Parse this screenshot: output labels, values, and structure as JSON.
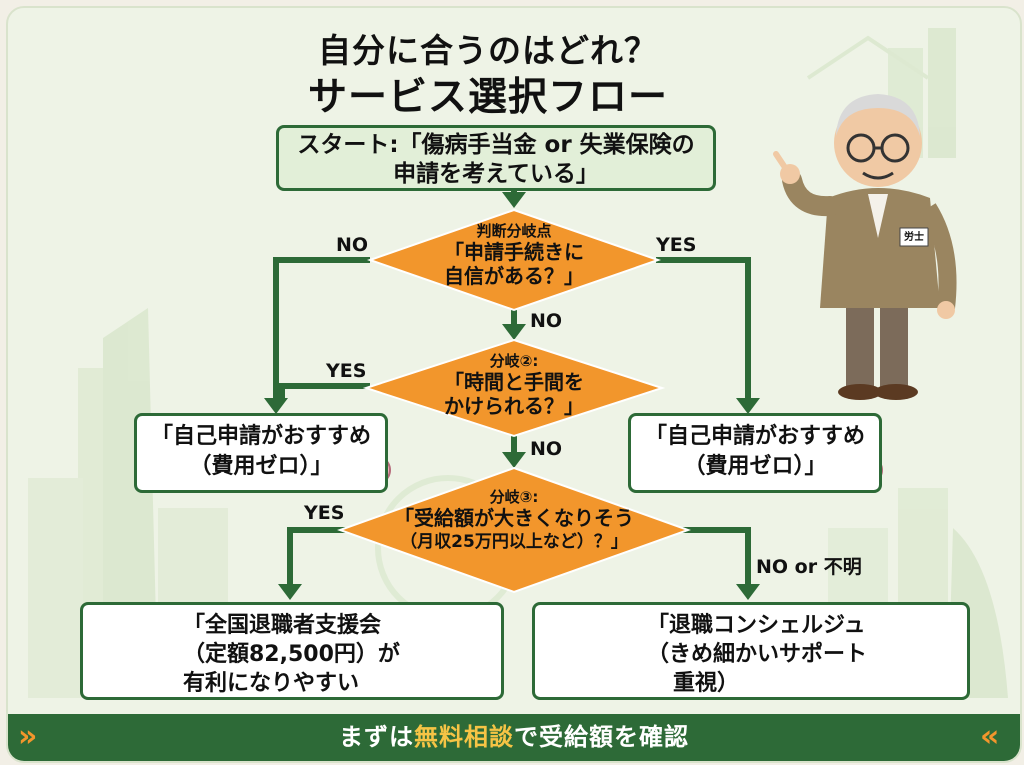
{
  "title": {
    "line1": "自分に合うのはどれ？",
    "line2": "サービス選択フロー"
  },
  "start": {
    "line1": "スタート:「傷病手当金 or 失業保険の",
    "line2": "申請を考えている」"
  },
  "decision1": {
    "label": "判断分岐点",
    "q1": "「申請手続きに",
    "q2": "自信がある？」"
  },
  "decision2": {
    "label": "分岐②:",
    "q1": "「時間と手間を",
    "q2": "かけられる？」"
  },
  "decision3": {
    "label": "分岐③:",
    "q1": "「受給額が大きくなりそう",
    "q2": "（月収25万円以上など）？」"
  },
  "edges": {
    "d1_no": "NO",
    "d1_yes": "YES",
    "d1_down": "NO",
    "d2_yes": "YES",
    "d2_down": "NO",
    "d3_yes": "YES",
    "d3_no": "NO or 不明"
  },
  "self_left": {
    "line1": "「自己申請がおすすめ",
    "line2": "（費用ゼロ）」"
  },
  "self_right": {
    "line1": "「自己申請がおすすめ",
    "line2": "（費用ゼロ）」"
  },
  "result_left": {
    "line1": "「全国退職者支援会",
    "line2": "（定額82,500円）が",
    "line3": "有利になりやすい"
  },
  "result_right": {
    "line1": "「退職コンシェルジュ",
    "line2": "（きめ細かいサポート",
    "line3": "重視）"
  },
  "character": {
    "badge": "労士"
  },
  "footer": {
    "pre": "まずは",
    "highlight": "無料相談",
    "post": "で受給額を確認"
  },
  "colors": {
    "green": "#2d6a37",
    "orange": "#f2962c",
    "light_green": "#e2efd8",
    "highlight": "#f6c445"
  },
  "icons": [
    "notepad-pencil-icon",
    "piggy-bank-icon",
    "id-card-icon",
    "coin-stack-icon",
    "concierge-hat-icon",
    "service-bell-icon",
    "key-icon",
    "heart-hands-icon"
  ]
}
